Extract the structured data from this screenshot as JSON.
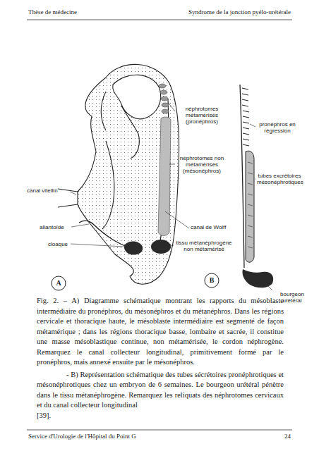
{
  "diagram": {
    "caption": "Fig. 2. – A) Diagramme schématique montrant les rapports du mésoblaste intermédiaire du pronéphros, du mésonéphros et du métanéphros. Dans les régions cervicale et thoracique haute, le mésoblaste intermédiaire est segmenté de façon métamérique ; dans les régions thoracique basse, lombaire et sacrée, il constitue une masse mésoblastique continue, non métamérisée, le cordon néphrogène. Remarquez le canal collecteur longitudinal, primitivement formé par le pronéphros, mais annexé ensuite par le mésonéphros.",
    "labels": [
      "Thèse de médecine",
      "Syndrome de la jonction pyélo-urétérale",
      "néphrotomes métamérisés (pronéphros)",
      "pronéphros en régression",
      "canal vitellin",
      "néphrotomes non métamérisés (mésonéphros)",
      "tubes excrétoires mésonéphrotiques",
      "allantoïde",
      "canal de Wolff",
      "cloaque",
      "tissu métanéphrogène non métamérisé",
      "bourgeon urétéral",
      "A",
      "B",
      "- B) Représentation schématique des tubes sécrétoires pronéphrotiques et mésonéphrotiques chez un embryon de 6 semaines. Le bourgeon urétéral pénètre dans le tissu métanéphrogène. Remarquez les reliquats des néphrotomes cervicaux et du canal collecteur longitudinal",
      "[39].",
      "Service d'Urologie de l'Hôpital du Point G",
      "24"
    ]
  }
}
